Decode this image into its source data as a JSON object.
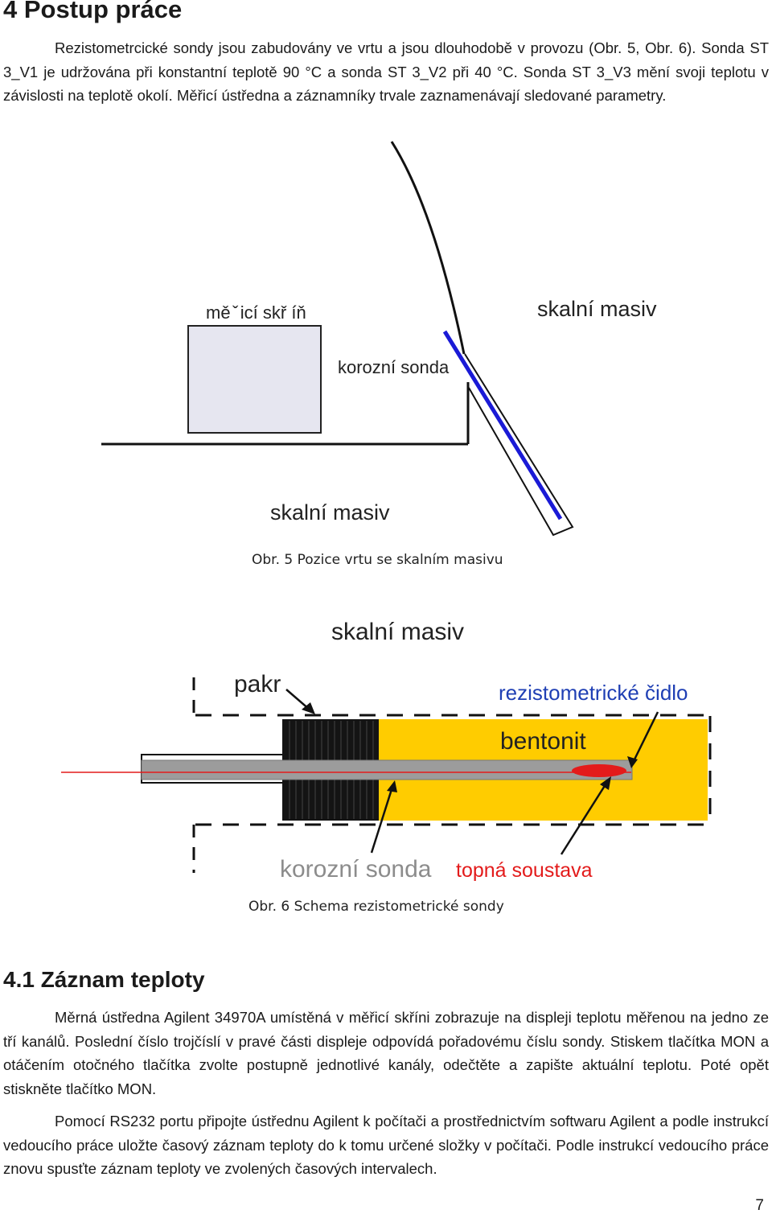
{
  "section": {
    "title": "4 Postup práce",
    "paragraph1": "Rezistometrcické sondy jsou zabudovány ve vrtu a jsou dlouhodobě v provozu (Obr. 5, Obr. 6). Sonda ST 3_V1 je udržována při konstantní teplotě 90 °C a sonda ST 3_V2 při 40 °C. Sonda ST 3_V3 mění svoji teplotu v závislosti na teplotě okolí. Měřicí ústředna a záznamníky trvale zaznamenávají sledované parametry."
  },
  "figure5": {
    "label_box": "mě ̌ icí skř íň",
    "label_rock_top": "skalní masiv",
    "label_probe": "korozní sonda",
    "label_rock_bottom": "skalní masiv",
    "caption": "Obr. 5 Pozice vrtu se skalním masivu",
    "colors": {
      "probe": "#1a1ad6",
      "box_fill": "#e6e6f0"
    }
  },
  "figure6": {
    "label_rock": "skalní masiv",
    "label_packer": "pakr",
    "label_sensor": "rezistometrické čidlo",
    "label_bentonite": "bentonit",
    "label_probe": "korozní sonda",
    "label_heater": "topná soustava",
    "caption": "Obr. 6 Schema rezistometrické sondy",
    "colors": {
      "bentonite": "#ffcc00",
      "sensor_label": "#1f3fb4",
      "heater": "#e31b1b",
      "probe_label": "#8c8c8c"
    }
  },
  "subsection": {
    "title": "4.1 Záznam teploty",
    "paragraph1": "Měrná ústředna Agilent 34970A umístěná v měřicí skříni zobrazuje na displeji teplotu měřenou na jedno ze tří kanálů. Poslední číslo trojčíslí v pravé části displeje odpovídá pořadovému číslu sondy. Stiskem tlačítka MON a otáčením otočného tlačítka zvolte postupně jednotlivé kanály, odečtěte a zapište aktuální teplotu. Poté opět stiskněte tlačítko MON.",
    "paragraph2": "Pomocí RS232 portu připojte ústřednu Agilent k počítači a prostřednictvím softwaru Agilent a podle instrukcí vedoucího práce uložte časový záznam teploty do k tomu určené složky v počítači. Podle instrukcí vedoucího práce znovu spusťte záznam teploty ve zvolených časových intervalech."
  },
  "page_number": "7"
}
